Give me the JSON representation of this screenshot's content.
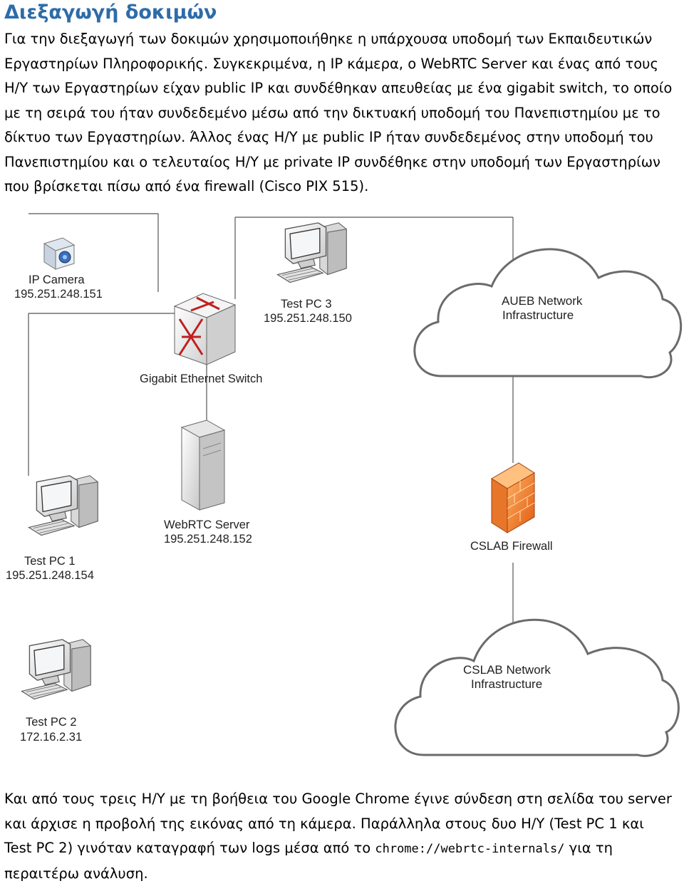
{
  "heading": "Διεξαγωγή δοκιμών",
  "intro_lines": [
    "Για την διεξαγωγή των δοκιμών χρησιμοποιήθηκε η υπάρχουσα υποδομή των Εκπαιδευτικών",
    "Εργαστηρίων Πληροφορικής. Συγκεκριμένα, η IP κάμερα, ο WebRTC Server και ένας από τους",
    "Η/Υ των Εργαστηρίων είχαν public IP και συνδέθηκαν απευθείας με ένα gigabit switch, το οποίο",
    "με τη σειρά του ήταν συνδεδεμένο μέσω από την δικτυακή υποδομή του Πανεπιστημίου με το",
    "δίκτυο των Εργαστηρίων. Άλλος ένας Η/Υ με public IP ήταν συνδεδεμένος στην υποδομή του",
    "Πανεπιστημίου και ο τελευταίος Η/Υ με  private IP συνδέθηκε στην υποδομή των Εργαστηρίων",
    "που βρίσκεται πίσω από ένα firewall (Cisco PIX 515)."
  ],
  "diagram": {
    "ip_camera": {
      "name": "IP Camera",
      "ip": "195.251.248.151"
    },
    "test_pc3": {
      "name": "Test PC 3",
      "ip": "195.251.248.150"
    },
    "switch": {
      "name": "Gigabit Ethernet Switch"
    },
    "aueb_cloud": {
      "line1": "AUEB Network",
      "line2": "Infrastructure"
    },
    "webrtc": {
      "name": "WebRTC Server",
      "ip": "195.251.248.152"
    },
    "test_pc1": {
      "name": "Test PC 1",
      "ip": "195.251.248.154"
    },
    "firewall": {
      "name": "CSLAB Firewall"
    },
    "test_pc2": {
      "name": "Test PC 2",
      "ip": "172.16.2.31"
    },
    "cslab_cloud": {
      "line1": "CSLAB Network",
      "line2": "Infrastructure"
    }
  },
  "closing": {
    "line1": "Και από τους τρεις Η/Υ με τη βοήθεια του Google Chrome έγινε σύνδεση στη σελίδα του server",
    "line2": "και άρχισε η προβολή της εικόνας από τη κάμερα. Παράλληλα στους δυο Η/Υ (Test PC 1 και",
    "line3_before": "Test PC 2)  γινόταν καταγραφή των logs μέσα από το ",
    "line3_code": "chrome://webrtc-internals/",
    "line3_after": " για τη",
    "line4": "περαιτέρω ανάλυση."
  }
}
